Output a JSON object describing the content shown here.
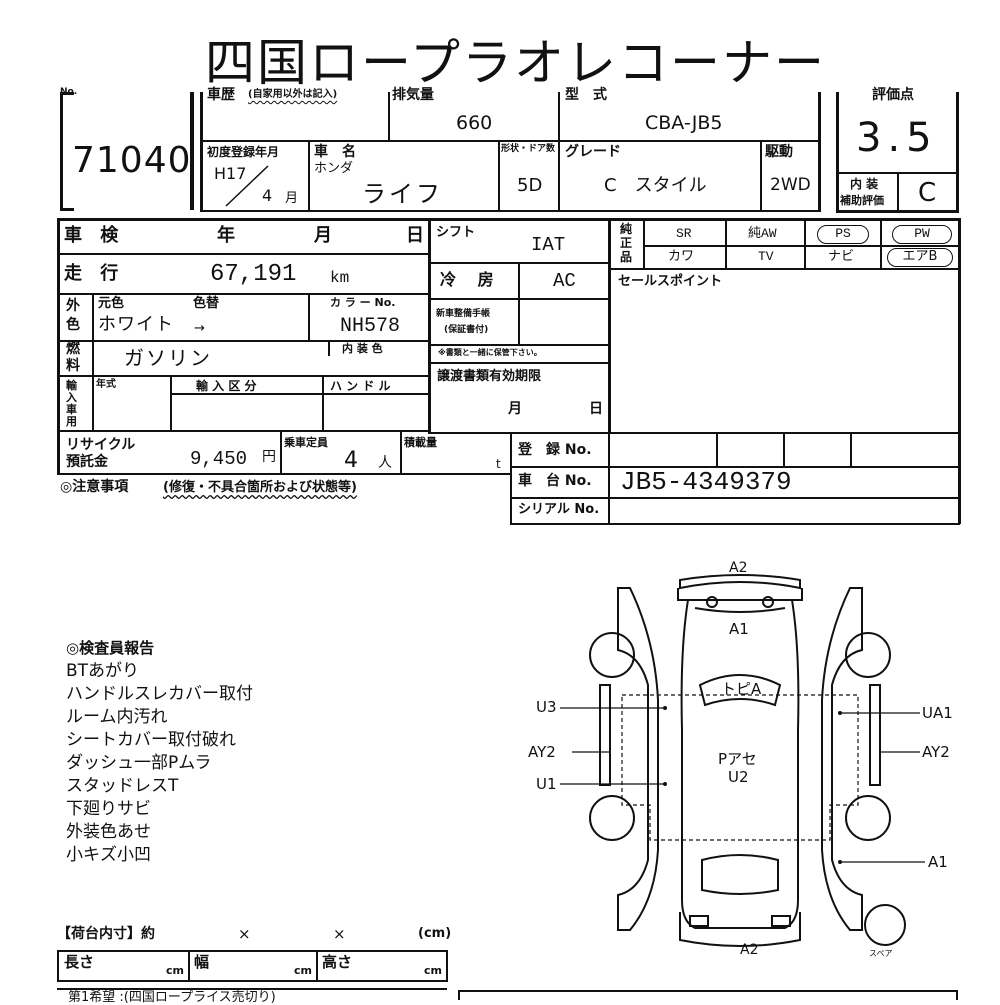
{
  "title": "四国ロープラオレコーナー",
  "header": {
    "no_label": "No.",
    "lot_number": "71040",
    "history_label": "車歴",
    "history_note": "(自家用以外は記入)",
    "displacement_label": "排気量",
    "displacement": "660",
    "model_label": "型　式",
    "model": "CBA-JB5",
    "score_label": "評価点",
    "score": "3.5",
    "first_reg_label": "初度登録年月",
    "first_reg_era": "H17",
    "first_reg_month": "4",
    "month_unit": "月",
    "car_name_label": "車　名",
    "maker": "ホンダ",
    "car_name": "ライフ",
    "shape_label": "形状・ドア数",
    "doors": "5D",
    "grade_label": "グレード",
    "grade": "C　スタイル",
    "drive_label": "駆動",
    "drive": "2WD",
    "interior_label": "内 装",
    "interior_sub": "補助評価",
    "interior_score": "C"
  },
  "info": {
    "inspection_label": "車 検",
    "year_unit": "年",
    "month_unit": "月",
    "day_unit": "日",
    "mileage_label": "走 行",
    "mileage": "67,191",
    "mileage_unit": "km",
    "exterior_label_1": "外",
    "exterior_label_2": "色",
    "orig_color_label": "元色",
    "color_change_label": "色替",
    "orig_color": "ホワイト",
    "arrow": "→",
    "color_no_label": "カ ラ ー No.",
    "color_no": "NH578",
    "interior_color_label": "内 装 色",
    "fuel_label_1": "燃",
    "fuel_label_2": "料",
    "fuel": "ガソリン",
    "import_label": "輸入車用",
    "import_year_label": "年式",
    "import_type_label": "輸 入 区 分",
    "handle_label": "ハ ン ド ル",
    "shift_label": "シフト",
    "shift": "IAT",
    "ac_label": "冷 房",
    "ac": "AC",
    "manual_label_1": "新車整備手帳",
    "manual_label_2": "(保証書付)",
    "manual_note": "※書類と一緒に保管下さい。",
    "transfer_label": "譲渡書類有効期限",
    "equip_label": "純正品",
    "equip_items": [
      "SR",
      "純AW",
      "PS",
      "PW",
      "カワ",
      "TV",
      "ナビ",
      "エアB"
    ],
    "sales_point_label": "セールスポイント",
    "recycle_label_1": "リサイクル",
    "recycle_label_2": "預託金",
    "recycle": "9,450",
    "yen_unit": "円",
    "capacity_label": "乗車定員",
    "capacity": "4",
    "capacity_unit": "人",
    "load_label": "積載量",
    "load_unit": "t",
    "reg_no_label": "登　録 No.",
    "chassis_label": "車　台 No.",
    "chassis_no": "JB5-4349379",
    "serial_label": "シリアル No.",
    "caution_label": "◎注意事項",
    "caution_note": "(修復・不具合箇所および状態等)"
  },
  "report": {
    "heading": "◎検査員報告",
    "items": [
      "BTあがり",
      "ハンドルスレカバー取付",
      "ルーム内汚れ",
      "シートカバー取付破れ",
      "ダッシュ一部Pムラ",
      "スタッドレスT",
      "下廻りサビ",
      "外装色あせ",
      "小キズ小凹"
    ]
  },
  "diagram": {
    "a2_top": "A2",
    "a1_top": "A1",
    "topia": "トピA",
    "u3": "U3",
    "ay2_left": "AY2",
    "u1": "U1",
    "ua1": "UA1",
    "ay2_right": "AY2",
    "center_1": "Pアセ",
    "center_2": "U2",
    "a1_right": "A1",
    "a2_bottom": "A2",
    "spare": "スペア"
  },
  "cargo": {
    "heading": "【荷台内寸】約",
    "times": "×",
    "unit_cm_paren": "(cm)",
    "length_label": "長さ",
    "width_label": "幅",
    "height_label": "高さ",
    "cm": "cm",
    "bottom_note": "第1希望 :(四国ロープライス売切り)"
  }
}
